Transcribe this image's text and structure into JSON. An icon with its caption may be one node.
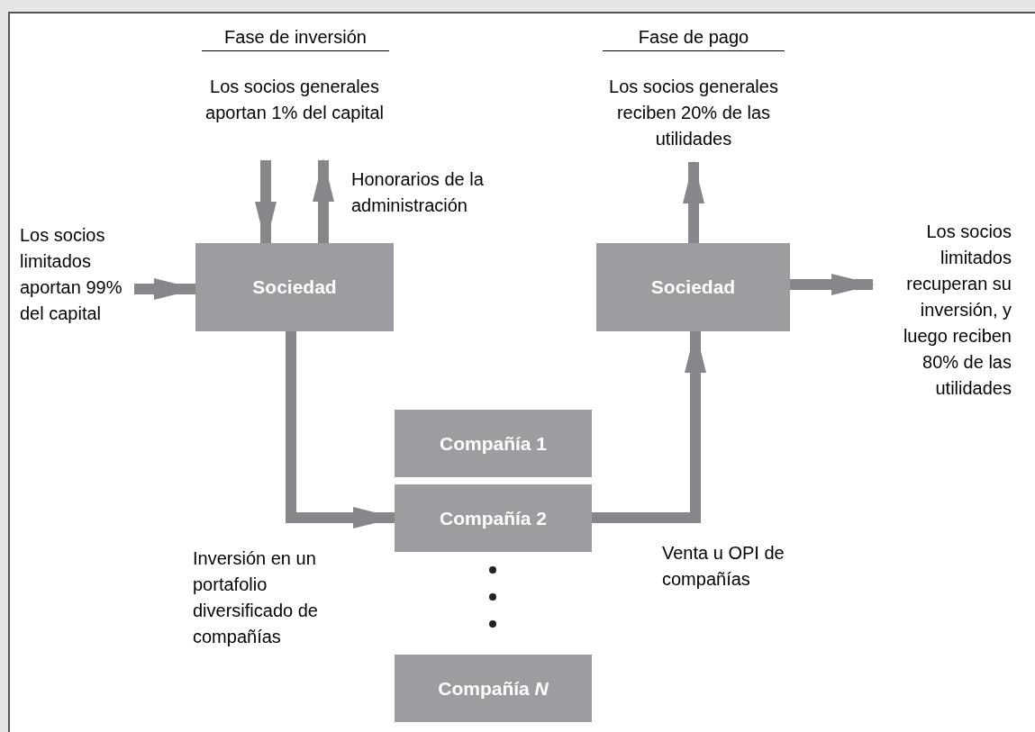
{
  "diagram": {
    "nodes": [
      {
        "text": [
          "Los socios limitados aportan 99% del capital"
        ]
      },
      {
        "text": [
          "Sociedad"
        ]
      },
      {
        "text": [
          "Los socios generales aportan 1% del capital"
        ]
      },
      {
        "text": [
          "Sociedad"
        ]
      },
      {
        "text": [
          "Los socios generales reciben 20% de las utilidades"
        ]
      },
      {
        "text": [
          "Los socios limitados recuperan su inversión, y luego reciben 80% de las utilidades"
        ]
      },
      {
        "text": [
          "Compañía 1"
        ]
      },
      {
        "text": [
          "Compañía 2"
        ]
      },
      {
        "text": [
          "Compañía *N*"
        ]
      }
    ],
    "edges": [
      {
        "from": 0,
        "to": 1,
        "arrow": "to"
      },
      {
        "from": 2,
        "to": 1,
        "arrow": "to"
      },
      {
        "from": 1,
        "to": 2,
        "arrow": "to"
      },
      {
        "from": 1,
        "to": 7,
        "arrow": "to"
      },
      {
        "from": 7,
        "to": 3,
        "arrow": "to"
      },
      {
        "from": 3,
        "to": 4,
        "arrow": "to"
      },
      {
        "from": 3,
        "to": 5,
        "arrow": "to"
      }
    ],
    "labels": [
      "Fase de inversión",
      "Fase de pago",
      "Honorarios de la administración",
      "Inversión en un portafolio diversificado de compañías",
      "Venta u OPI de compañías"
    ]
  }
}
